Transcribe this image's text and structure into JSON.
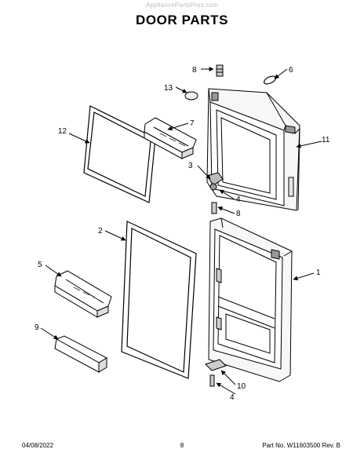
{
  "watermark": "AppliancePartsPros.com",
  "title": "DOOR PARTS",
  "callouts": {
    "c1": "1",
    "c2": "2",
    "c3": "3",
    "c4a": "4",
    "c4b": "4",
    "c5": "5",
    "c6": "6",
    "c7": "7",
    "c8a": "8",
    "c8b": "8",
    "c9": "9",
    "c10": "10",
    "c11": "11",
    "c12": "12",
    "c13": "13"
  },
  "footer": {
    "date": "04/08/2022",
    "page": "8",
    "part": "Part No. W11603500  Rev. B"
  }
}
